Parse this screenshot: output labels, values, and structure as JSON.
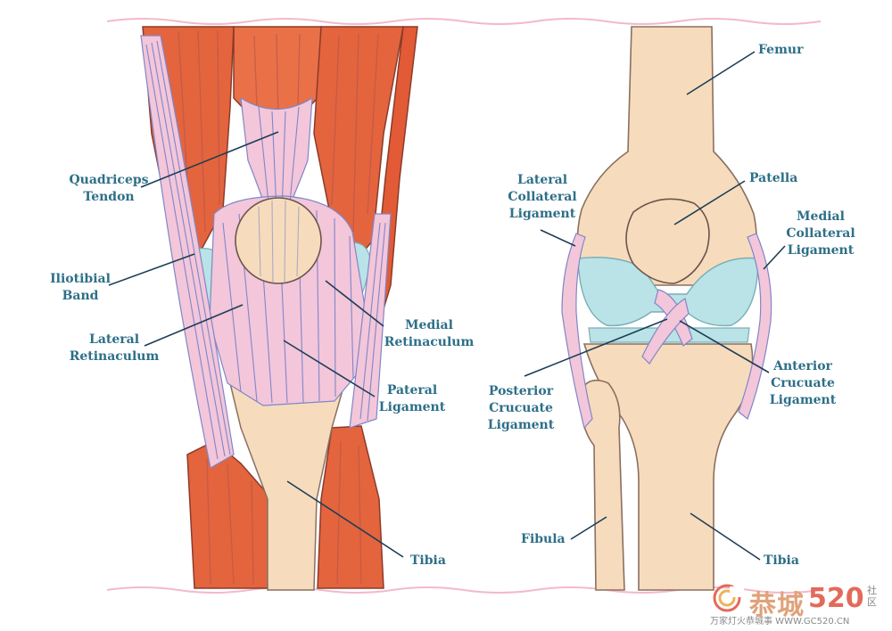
{
  "labels": {
    "quadriceps_tendon": [
      "Quadriceps",
      "Tendon"
    ],
    "iliotibial_band": [
      "Iliotibial",
      "Band"
    ],
    "lateral_retinaculum": [
      "Lateral",
      "Retinaculum"
    ],
    "medial_retinaculum": [
      "Medial",
      "Retinaculum"
    ],
    "pateral_ligament": [
      "Pateral",
      "Ligament"
    ],
    "tibia_left": "Tibia",
    "femur": "Femur",
    "patella": "Patella",
    "lateral_collateral_ligament": [
      "Lateral",
      "Collateral",
      "Ligament"
    ],
    "medial_collateral_ligament": [
      "Medial",
      "Collateral",
      "Ligament"
    ],
    "anterior_crucuate_ligament": [
      "Anterior",
      "Crucuate",
      "Ligament"
    ],
    "posterior_crucuate_ligament": [
      "Posterior",
      "Crucuate",
      "Ligament"
    ],
    "fibula": "Fibula",
    "tibia_right": "Tibia"
  },
  "watermark": {
    "brand": "恭城",
    "number": "520",
    "side": "社区",
    "url": "万家灯火恭城事 WWW.GC520.CN"
  },
  "colors": {
    "label_text": "#2d6f88",
    "leader_line": "#1c3d57",
    "muscle": "#e4643e",
    "bone": "#f6dcbc",
    "ligament": "#f3c6da",
    "cartilage": "#b9e3e6",
    "border_wave": "#f2b9c9"
  }
}
